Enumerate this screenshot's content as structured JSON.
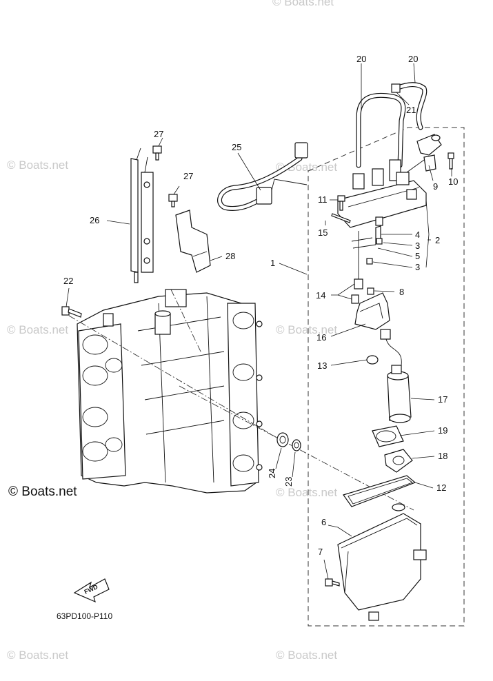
{
  "diagram": {
    "drawing_code": "63PD100-P110",
    "fwd_label": "FWD",
    "watermark_main": "© Boats.net",
    "watermark_faint": "© Boats.net",
    "callouts": [
      {
        "id": "c20a",
        "text": "20"
      },
      {
        "id": "c20b",
        "text": "20"
      },
      {
        "id": "c21",
        "text": "21"
      },
      {
        "id": "c9",
        "text": "9"
      },
      {
        "id": "c10",
        "text": "10"
      },
      {
        "id": "c27a",
        "text": "27"
      },
      {
        "id": "c27b",
        "text": "27"
      },
      {
        "id": "c25",
        "text": "25"
      },
      {
        "id": "c11",
        "text": "11"
      },
      {
        "id": "c15",
        "text": "15"
      },
      {
        "id": "c4",
        "text": "4"
      },
      {
        "id": "c2",
        "text": "2"
      },
      {
        "id": "c3a",
        "text": "3"
      },
      {
        "id": "c5",
        "text": "5"
      },
      {
        "id": "c3b",
        "text": "3"
      },
      {
        "id": "c26",
        "text": "26"
      },
      {
        "id": "c28",
        "text": "28"
      },
      {
        "id": "c1",
        "text": "1"
      },
      {
        "id": "c22",
        "text": "22"
      },
      {
        "id": "c14",
        "text": "14"
      },
      {
        "id": "c8",
        "text": "8"
      },
      {
        "id": "c16",
        "text": "16"
      },
      {
        "id": "c13",
        "text": "13"
      },
      {
        "id": "c17",
        "text": "17"
      },
      {
        "id": "c19",
        "text": "19"
      },
      {
        "id": "c18",
        "text": "18"
      },
      {
        "id": "c24",
        "text": "24"
      },
      {
        "id": "c23",
        "text": "23"
      },
      {
        "id": "c12",
        "text": "12"
      },
      {
        "id": "c6",
        "text": "6"
      },
      {
        "id": "c7",
        "text": "7"
      }
    ]
  }
}
